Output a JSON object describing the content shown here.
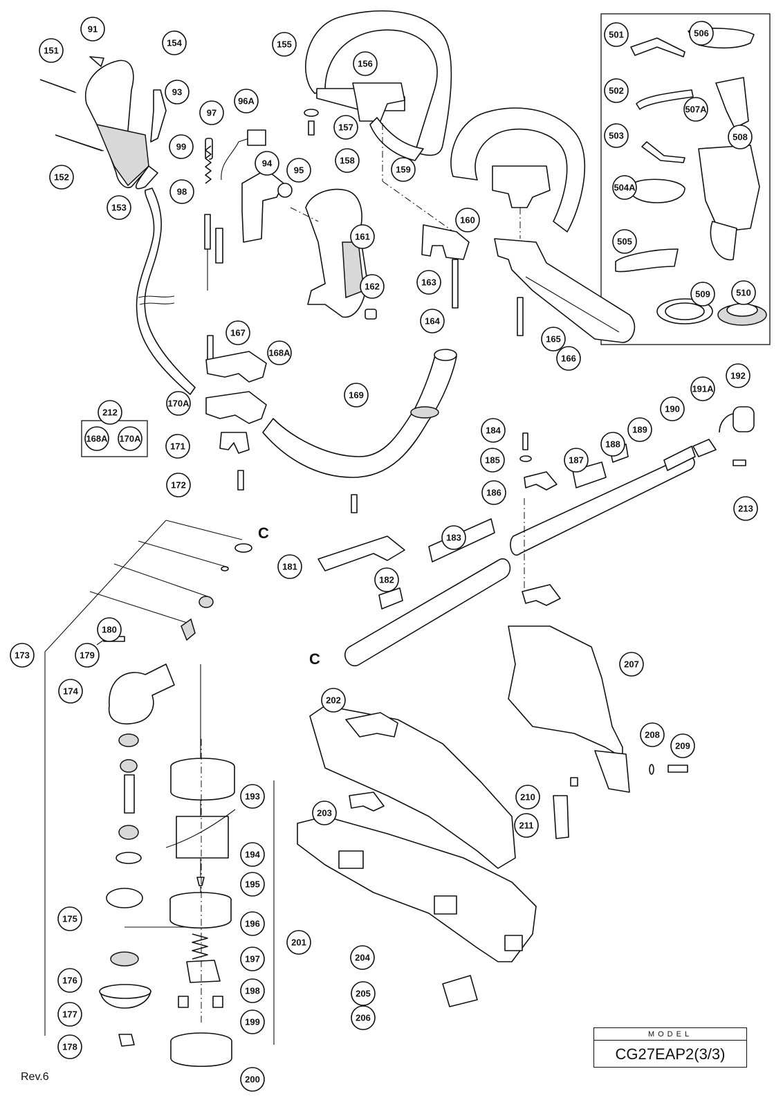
{
  "model": {
    "label": "MODEL",
    "value": "CG27EAP2(3/3)"
  },
  "revision": "Rev.6",
  "connector_letter": "C",
  "kit_212_members": [
    "168A",
    "170A"
  ],
  "accessory_parts": [
    "501",
    "502",
    "503",
    "504A",
    "505",
    "506",
    "507A",
    "508",
    "509",
    "510"
  ],
  "callouts": [
    "91",
    "151",
    "154",
    "93",
    "152",
    "153",
    "99",
    "97",
    "96A",
    "98",
    "94",
    "95",
    "155",
    "156",
    "157",
    "158",
    "159",
    "161",
    "162",
    "163",
    "164",
    "160",
    "165",
    "166",
    "167",
    "168A",
    "169",
    "170A",
    "171",
    "172",
    "212",
    "184",
    "185",
    "186",
    "187",
    "188",
    "189",
    "190",
    "191A",
    "192",
    "213",
    "181",
    "183",
    "182",
    "173",
    "180",
    "179",
    "174",
    "175",
    "176",
    "177",
    "178",
    "193",
    "194",
    "195",
    "196",
    "197",
    "198",
    "199",
    "200",
    "201",
    "202",
    "203",
    "204",
    "205",
    "206",
    "207",
    "208",
    "209",
    "210",
    "211"
  ]
}
